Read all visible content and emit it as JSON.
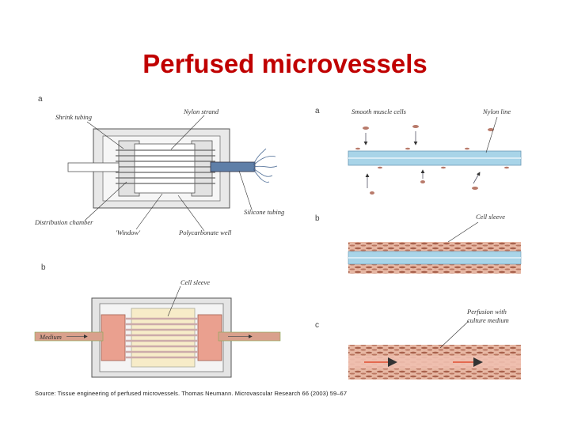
{
  "title": "Perfused microvessels",
  "left": {
    "a": {
      "panel": "a",
      "shrink_tubing": "Shrink tubing",
      "nylon_strand": "Nylon strand",
      "distribution_chamber": "Distribution chamber",
      "window": "'Window'",
      "polycarbonate_well": "Polycarbonate well",
      "silicone_tubing": "Silicone tubing"
    },
    "b": {
      "panel": "b",
      "cell_sleeve": "Cell sleeve",
      "medium": "Medium"
    }
  },
  "right": {
    "a": {
      "panel": "a",
      "smooth_muscle_cells": "Smooth muscle cells",
      "nylon_line": "Nylon line"
    },
    "b": {
      "panel": "b",
      "cell_sleeve": "Cell sleeve"
    },
    "c": {
      "panel": "c",
      "perfusion_line1": "Perfusion with",
      "perfusion_line2": "culture medium"
    }
  },
  "source": "Source: Tissue engineering of perfused microvessels. Thomas Neumann. Microvascular Research 66 (2003) 59–67",
  "colors": {
    "title": "#c00000",
    "vessel_blue": "#a8d4e8",
    "tissue": "#d9a08c",
    "chamber_pink": "#eaa08f",
    "window": "#f7ecc8"
  }
}
